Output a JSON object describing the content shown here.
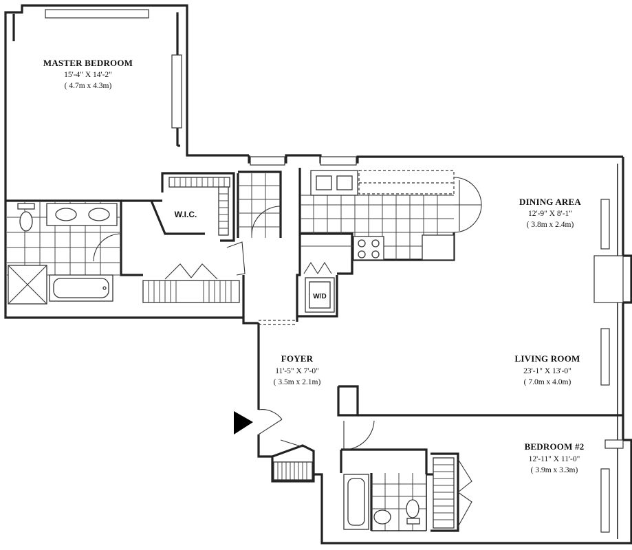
{
  "rooms": {
    "master_bedroom": {
      "name": "MASTER BEDROOM",
      "dim_ft": "15'-4\" X 14'-2\"",
      "dim_m": "( 4.7m x 4.3m)"
    },
    "dining_area": {
      "name": "DINING AREA",
      "dim_ft": "12'-9\" X 8'-1\"",
      "dim_m": "( 3.8m x 2.4m)"
    },
    "foyer": {
      "name": "FOYER",
      "dim_ft": "11'-5\" X 7'-0\"",
      "dim_m": "( 3.5m x 2.1m)"
    },
    "living_room": {
      "name": "LIVING ROOM",
      "dim_ft": "23'-1\" X 13'-0\"",
      "dim_m": "( 7.0m x 4.0m)"
    },
    "bedroom_2": {
      "name": "BEDROOM #2",
      "dim_ft": "12'-11\" X 11'-0\"",
      "dim_m": "( 3.9m x 3.3m)"
    }
  },
  "labels": {
    "wic": "W.I.C.",
    "wd": "W/D"
  },
  "icons": {
    "entry": "entry-arrow-icon"
  }
}
